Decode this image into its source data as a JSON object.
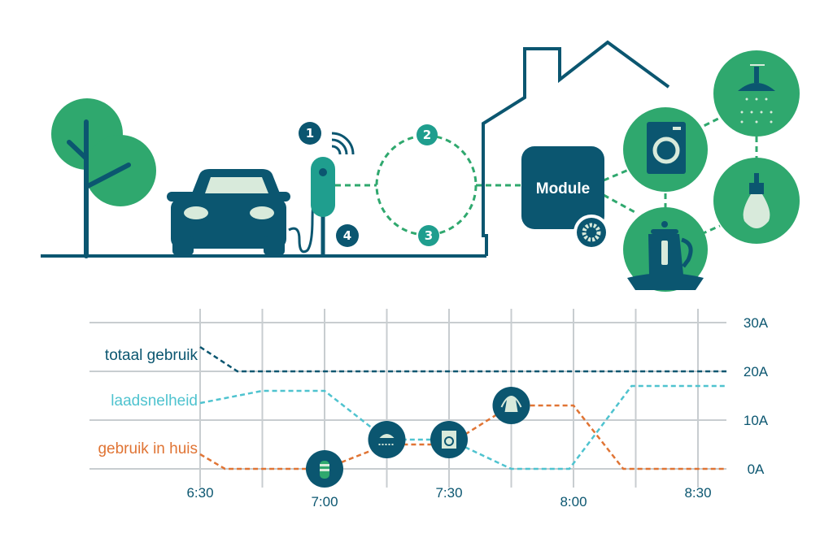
{
  "diagram": {
    "steps": [
      "1",
      "2",
      "3",
      "4"
    ],
    "module_label": "Module",
    "appliances": [
      "washing-machine",
      "shower",
      "kettle",
      "light-bulb"
    ]
  },
  "colors": {
    "dark": "#0b5670",
    "green": "#2fa86e",
    "charger": "#1f9e8e",
    "light": "#d8eadb",
    "laad": "#4fc3cf",
    "huis": "#e07434",
    "grid": "#c8cdd0"
  },
  "chart_data": {
    "type": "line",
    "x_ticks": [
      {
        "label": "6:30",
        "minutes": 0
      },
      {
        "label": "7:00",
        "minutes": 30
      },
      {
        "label": "7:30",
        "minutes": 60
      },
      {
        "label": "8:00",
        "minutes": 90
      },
      {
        "label": "8:30",
        "minutes": 120
      }
    ],
    "y_ticks": [
      {
        "label": "0A",
        "value": 0
      },
      {
        "label": "10A",
        "value": 10
      },
      {
        "label": "20A",
        "value": 20
      },
      {
        "label": "30A",
        "value": 30
      }
    ],
    "xlim_minutes": [
      0,
      127
    ],
    "ylim": [
      0,
      30
    ],
    "grid_minutes_step": 15,
    "series": [
      {
        "name": "totaal gebruik",
        "color": "#0b5670",
        "points": [
          [
            0,
            25
          ],
          [
            9,
            20
          ],
          [
            127,
            20
          ]
        ]
      },
      {
        "name": "laadsnelheid",
        "color": "#4fc3cf",
        "points": [
          [
            0,
            13.5
          ],
          [
            15,
            16
          ],
          [
            30,
            16
          ],
          [
            45,
            6
          ],
          [
            60,
            6
          ],
          [
            75,
            0
          ],
          [
            89,
            0
          ],
          [
            104,
            17
          ],
          [
            127,
            17
          ]
        ]
      },
      {
        "name": "gebruik in huis",
        "color": "#e07434",
        "points": [
          [
            0,
            3
          ],
          [
            6,
            0
          ],
          [
            30,
            0
          ],
          [
            45,
            5
          ],
          [
            60,
            5
          ],
          [
            75,
            13
          ],
          [
            90,
            13
          ],
          [
            102,
            0
          ],
          [
            127,
            0
          ]
        ]
      }
    ],
    "events": [
      {
        "icon": "kettle",
        "minutes": 30,
        "value": 0
      },
      {
        "icon": "shower",
        "minutes": 45,
        "value": 6
      },
      {
        "icon": "washing-machine",
        "minutes": 60,
        "value": 6
      },
      {
        "icon": "iron",
        "minutes": 75,
        "value": 13
      }
    ]
  }
}
